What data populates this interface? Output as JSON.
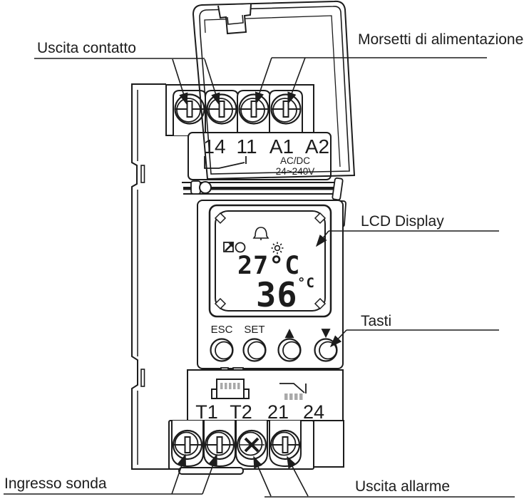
{
  "callouts": {
    "uscita_contatto": "Uscita contatto",
    "morsetti_alimentazione": "Morsetti di alimentazione",
    "lcd_display": "LCD Display",
    "tasti": "Tasti",
    "ingresso_sonda": "Ingresso sonda",
    "uscita_allarme": "Uscita allarme"
  },
  "terminals": {
    "top": {
      "labels": [
        "14",
        "11",
        "A1",
        "A2"
      ],
      "supply_line1": "AC/DC",
      "supply_line2": "24~240V"
    },
    "bottom": {
      "labels": [
        "T1",
        "T2",
        "21",
        "24"
      ]
    }
  },
  "lcd": {
    "line1": "27°C",
    "line2_value": "36",
    "line2_unit": "°C",
    "icons": [
      "output-state-icon",
      "alarm-bell-icon",
      "sun-icon"
    ]
  },
  "buttons": {
    "esc": "ESC",
    "set": "SET",
    "up": "▲",
    "down": "▼"
  },
  "colors": {
    "line": "#1c1c1c",
    "background": "#ffffff"
  }
}
